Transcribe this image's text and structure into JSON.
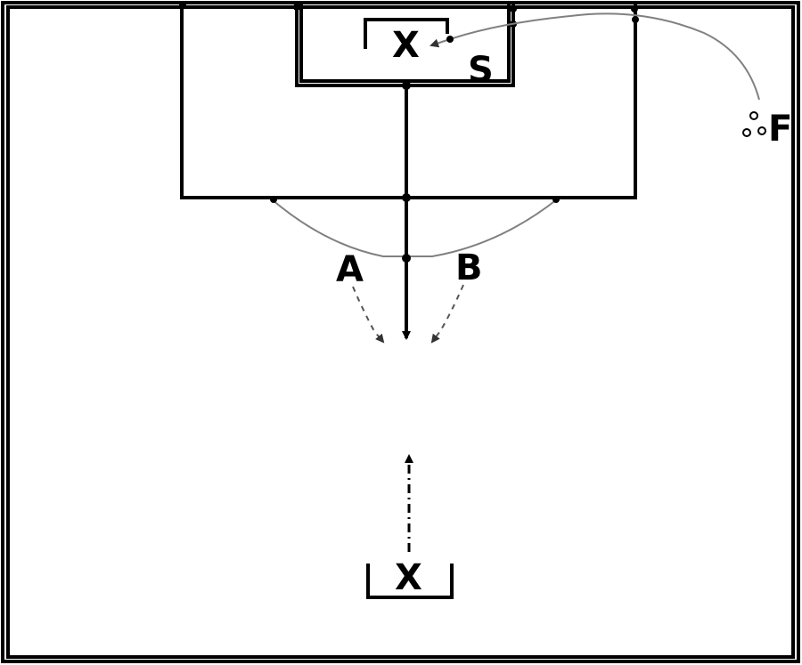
{
  "diagram": {
    "labels": {
      "x_top": "X",
      "s": "S",
      "f": "F",
      "a": "A",
      "b": "B",
      "x_bottom": "X"
    },
    "colors": {
      "lines": "#000000",
      "arc": "#808080",
      "background": "#ffffff"
    }
  }
}
